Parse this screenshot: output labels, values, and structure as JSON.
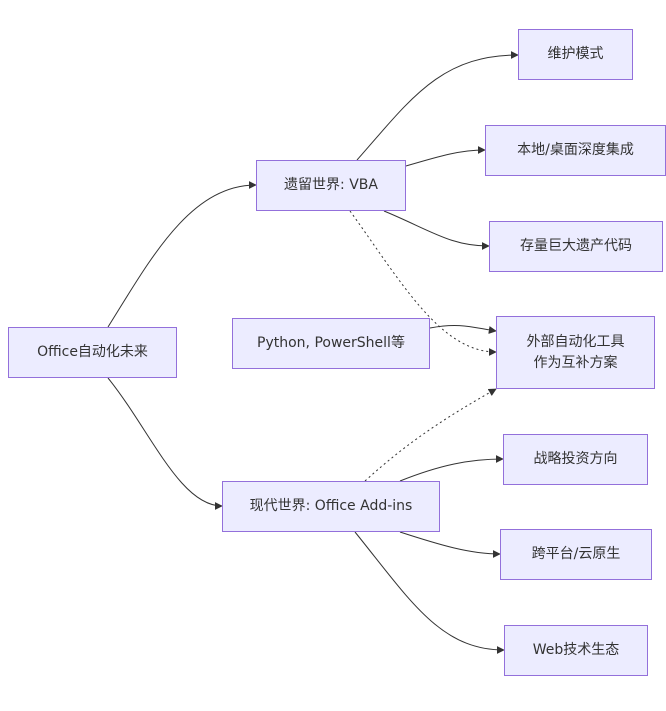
{
  "diagram": {
    "type": "flowchart-LR",
    "colors": {
      "node_fill": "#ececff",
      "node_border": "#9370db",
      "edge": "#333333",
      "text": "#333333"
    },
    "nodes": {
      "root": "Office自动化未来",
      "vba": "遗留世界: VBA",
      "addins": "现代世界: Office Add-ins",
      "python": "Python, PowerShell等",
      "maintenance": "维护模式",
      "desktop": "本地/桌面深度集成",
      "legacy_code": "存量巨大遗产代码",
      "external": "外部自动化工具\n作为互补方案",
      "strategy": "战略投资方向",
      "cross_platform": "跨平台/云原生",
      "web_tech": "Web技术生态"
    },
    "edges": [
      {
        "from": "root",
        "to": "vba",
        "style": "solid"
      },
      {
        "from": "root",
        "to": "addins",
        "style": "solid"
      },
      {
        "from": "vba",
        "to": "maintenance",
        "style": "solid"
      },
      {
        "from": "vba",
        "to": "desktop",
        "style": "solid"
      },
      {
        "from": "vba",
        "to": "legacy_code",
        "style": "solid"
      },
      {
        "from": "vba",
        "to": "external",
        "style": "dotted"
      },
      {
        "from": "python",
        "to": "external",
        "style": "solid"
      },
      {
        "from": "addins",
        "to": "external",
        "style": "dotted"
      },
      {
        "from": "addins",
        "to": "strategy",
        "style": "solid"
      },
      {
        "from": "addins",
        "to": "cross_platform",
        "style": "solid"
      },
      {
        "from": "addins",
        "to": "web_tech",
        "style": "solid"
      }
    ]
  }
}
